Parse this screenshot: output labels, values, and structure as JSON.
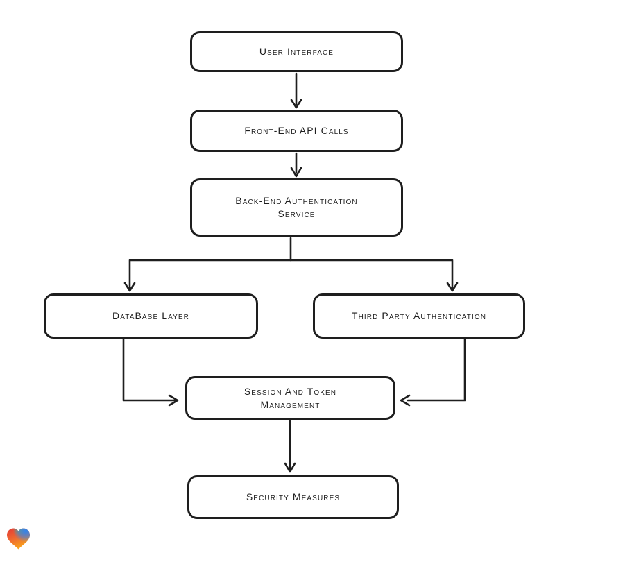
{
  "page": {
    "background": "#ffffff"
  },
  "diagram": {
    "style": {
      "stroke": "#1e1e1e",
      "node_fill": "#ffffff"
    },
    "nodes": [
      {
        "id": "user-interface",
        "label": "User Interface"
      },
      {
        "id": "front-end-api-calls",
        "label": "Front-End API Calls"
      },
      {
        "id": "back-end-authentication-service",
        "label": "Back-End Authentication Service"
      },
      {
        "id": "database-layer",
        "label": "DataBase Layer"
      },
      {
        "id": "third-party-authentication",
        "label": "Third Party Authentication"
      },
      {
        "id": "session-and-token-management",
        "label": "Session And Token Management"
      },
      {
        "id": "security-measures",
        "label": "Security Measures"
      }
    ],
    "edges": [
      {
        "from": "user-interface",
        "to": "front-end-api-calls"
      },
      {
        "from": "front-end-api-calls",
        "to": "back-end-authentication-service"
      },
      {
        "from": "back-end-authentication-service",
        "to": "database-layer"
      },
      {
        "from": "back-end-authentication-service",
        "to": "third-party-authentication"
      },
      {
        "from": "database-layer",
        "to": "session-and-token-management"
      },
      {
        "from": "third-party-authentication",
        "to": "session-and-token-management"
      },
      {
        "from": "session-and-token-management",
        "to": "security-measures"
      }
    ]
  },
  "logo": {
    "name": "gradient-heart",
    "colors": {
      "red": "#e53935",
      "orange": "#f9a31b",
      "blue": "#2e86f0",
      "green": "#7cb342"
    }
  }
}
